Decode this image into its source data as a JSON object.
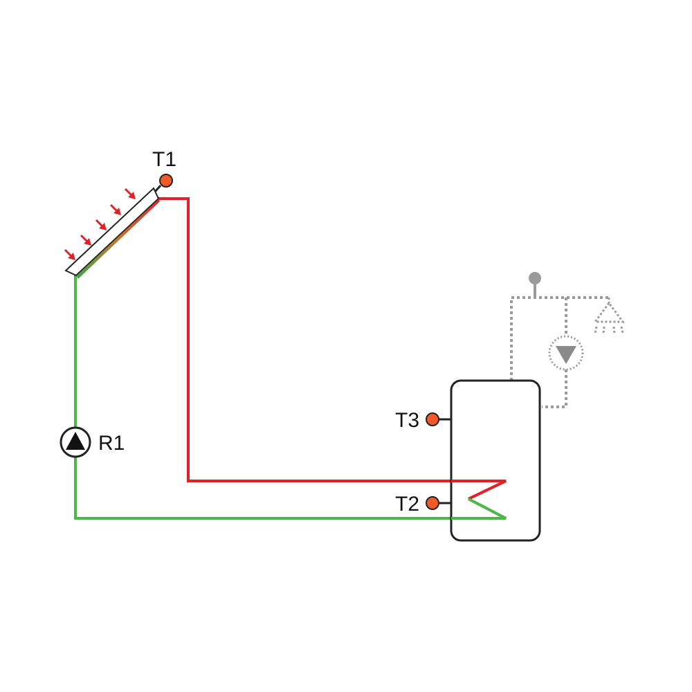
{
  "labels": {
    "collector_sensor": "T1",
    "pump": "R1",
    "tank_top_sensor": "T3",
    "tank_bottom_sensor": "T2"
  },
  "colors": {
    "hot_pipe": "#e02127",
    "cold_pipe": "#4db848",
    "sensor": "#f05a28",
    "outline": "#222222",
    "optional_circuit": "#9a9a9a",
    "sun_arrows": "#e02127"
  },
  "icons": {
    "pump": "pump-triangle-up-icon",
    "dhw_pump": "pump-triangle-down-icon",
    "shower": "shower-icon",
    "sun_rays": "sun-ray-arrow-icon"
  }
}
